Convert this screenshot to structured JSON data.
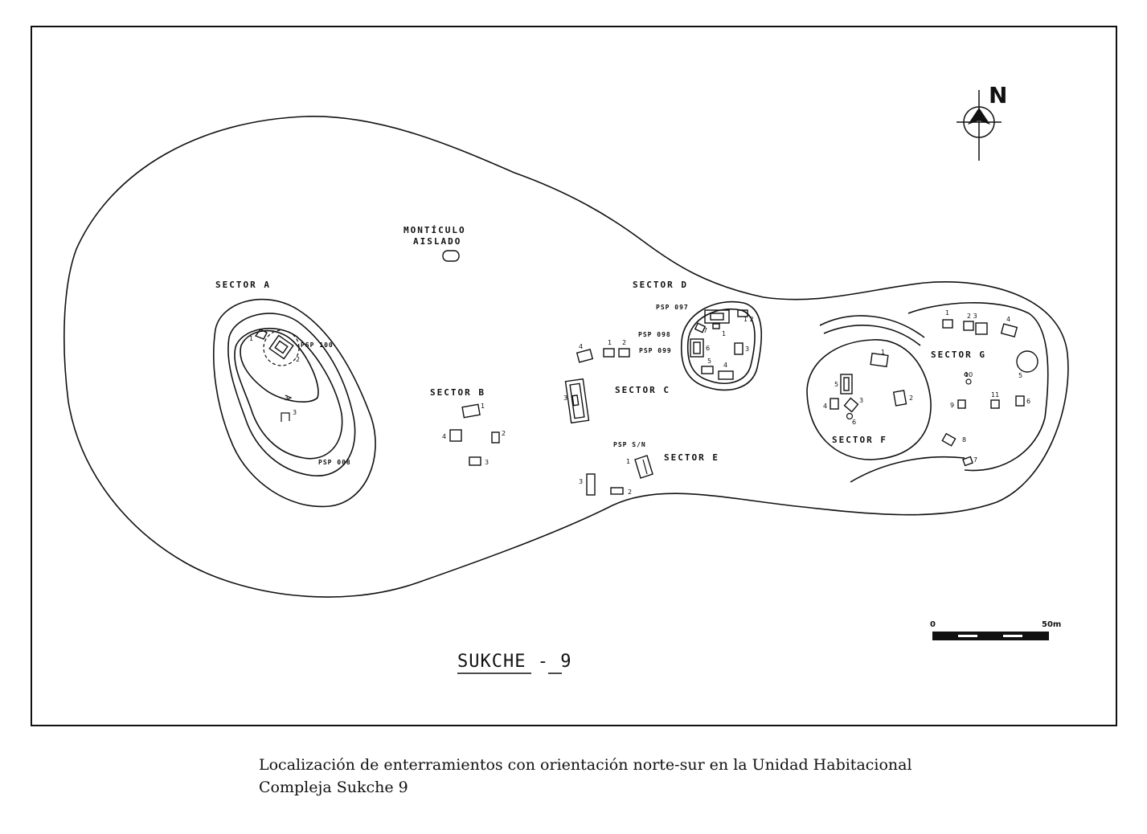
{
  "map": {
    "title": "SUKCHE - 9",
    "north_label": "N",
    "sectors": {
      "a": "SECTOR A",
      "b": "SECTOR B",
      "c": "SECTOR C",
      "d": "SECTOR D",
      "e": "SECTOR E",
      "f": "SECTOR F",
      "g": "SECTOR G"
    },
    "monticulo": [
      "MONTÍCULO",
      "AISLADO"
    ],
    "psp": {
      "p100": "PSP 100",
      "p008": "PSP 008",
      "p097": "PSP 097",
      "p098": "PSP 098",
      "p099": "PSP 099",
      "psn": "PSP S/N"
    },
    "scale": {
      "start": "0",
      "end": "50m"
    }
  },
  "caption": {
    "line1": "Localización de enterramientos con orientación norte-sur en la Unidad Habitacional",
    "line2": "Compleja Sukche 9"
  },
  "colors": {
    "ink": "#111111",
    "paper": "#ffffff"
  }
}
